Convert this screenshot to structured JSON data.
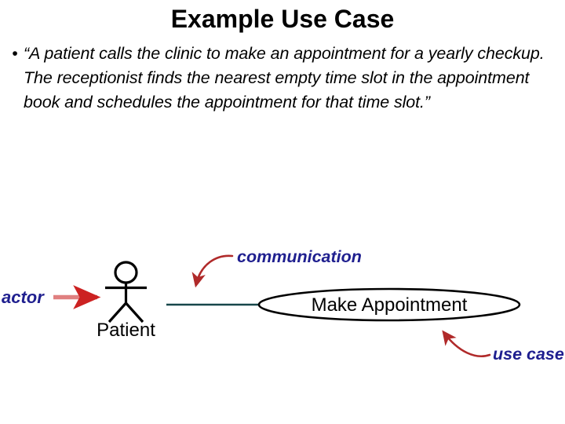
{
  "slide": {
    "title": "Example Use Case",
    "bullet_marker": "•",
    "bullet_text": "“A patient calls the clinic to make an appointment for a yearly checkup. The receptionist finds the nearest empty time slot in the appointment book and schedules the appointment for that time slot.”"
  },
  "diagram": {
    "type": "uml-use-case-diagram",
    "actor": {
      "icon": "stick-figure-actor-icon",
      "label": "Patient"
    },
    "use_case": {
      "shape": "ellipse",
      "label": "Make Appointment"
    },
    "association": {
      "shape": "line",
      "from": "Patient",
      "to": "Make Appointment"
    },
    "annotations": [
      {
        "id": "actor",
        "label": "actor",
        "points_to": "stick-figure-actor-icon"
      },
      {
        "id": "communication",
        "label": "communication",
        "points_to": "association-line"
      },
      {
        "id": "use_case",
        "label": "use case",
        "points_to": "use-case-ellipse"
      }
    ]
  },
  "colors": {
    "title_text": "#000000",
    "body_text": "#000000",
    "annotation_label": "#1f1f8f",
    "annotation_arrow_shaft": "#e08080",
    "annotation_arrow_head": "#cc2222",
    "curved_arrow": "#b02a2a",
    "association_line": "#17474a",
    "diagram_stroke": "#000000",
    "background": "#ffffff"
  }
}
